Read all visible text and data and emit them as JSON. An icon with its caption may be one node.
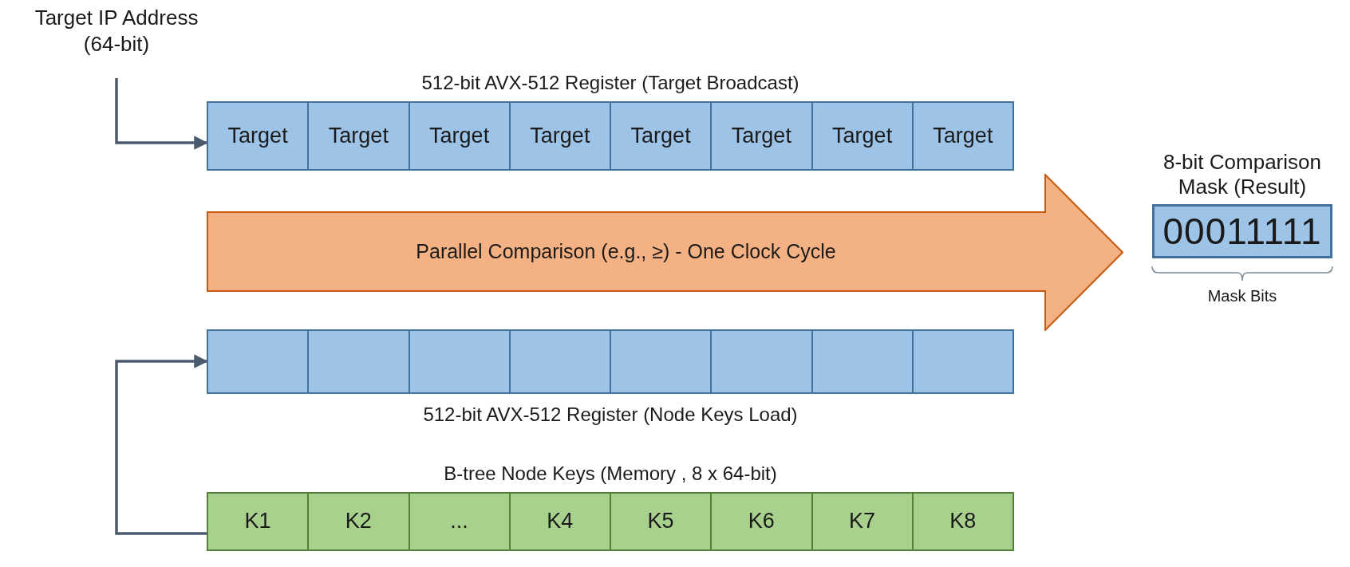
{
  "diagram": {
    "nodes": [
      {
        "text": [
          "Target IP Address (64-bit)"
        ]
      },
      {
        "text": [
          "512-bit AVX-512 Register (Target Broadcast)"
        ]
      },
      {
        "text": [
          "Target"
        ],
        "in": 1
      },
      {
        "text": [
          "Target"
        ],
        "in": 1
      },
      {
        "text": [
          "Target"
        ],
        "in": 1
      },
      {
        "text": [
          "Target"
        ],
        "in": 1
      },
      {
        "text": [
          "Target"
        ],
        "in": 1
      },
      {
        "text": [
          "Target"
        ],
        "in": 1
      },
      {
        "text": [
          "Target"
        ],
        "in": 1
      },
      {
        "text": [
          "Target"
        ],
        "in": 1
      },
      {
        "text": [
          "Parallel Comparison (e.g., ≥) - One Clock Cycle"
        ]
      },
      {
        "text": [
          "8-bit Comparison Mask (Result)",
          "00011111"
        ],
        "beside": [
          "Mask Bits"
        ]
      },
      {
        "text": [
          "512-bit AVX-512 Register (Node Keys Load)"
        ]
      },
      {
        "text": [],
        "shape": "box",
        "in": 12
      },
      {
        "text": [],
        "shape": "box",
        "in": 12
      },
      {
        "text": [],
        "shape": "box",
        "in": 12
      },
      {
        "text": [],
        "shape": "box",
        "in": 12
      },
      {
        "text": [],
        "shape": "box",
        "in": 12
      },
      {
        "text": [],
        "shape": "box",
        "in": 12
      },
      {
        "text": [],
        "shape": "box",
        "in": 12
      },
      {
        "text": [],
        "shape": "box",
        "in": 12
      },
      {
        "text": [
          "B-tree Node Keys (Memory , 8 x 64-bit)"
        ]
      },
      {
        "text": [
          "K1"
        ],
        "in": 21
      },
      {
        "text": [
          "K2"
        ],
        "in": 21
      },
      {
        "text": [
          "..."
        ],
        "in": 21
      },
      {
        "text": [
          "K4"
        ],
        "in": 21
      },
      {
        "text": [
          "K5"
        ],
        "in": 21
      },
      {
        "text": [
          "K6"
        ],
        "in": 21
      },
      {
        "text": [
          "K7"
        ],
        "in": 21
      },
      {
        "text": [
          "K8"
        ],
        "in": 21
      }
    ],
    "edges": [
      {
        "from": 0,
        "to": 1,
        "arrow": "to"
      },
      {
        "from": 21,
        "to": 12,
        "arrow": "to"
      }
    ]
  }
}
